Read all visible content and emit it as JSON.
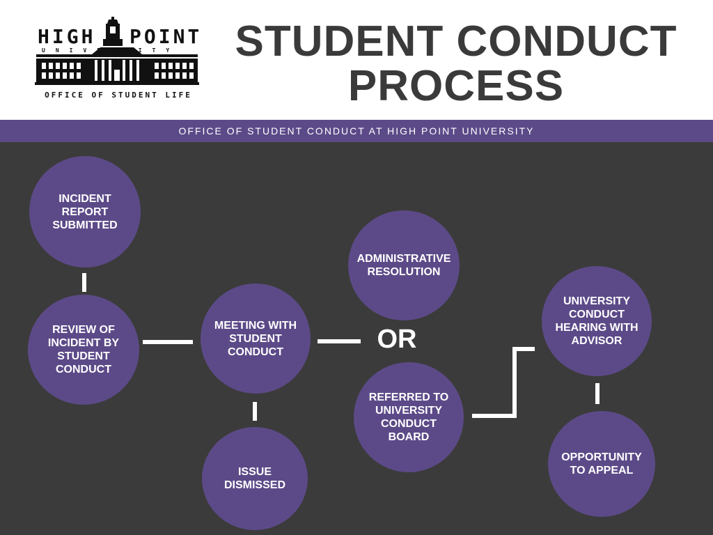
{
  "header": {
    "logo": {
      "word_left": "HIGH",
      "word_right": "POINT",
      "university": "UNIVERSITY",
      "office": "OFFICE OF STUDENT LIFE"
    },
    "title_line1": "STUDENT CONDUCT",
    "title_line2": "PROCESS"
  },
  "band": {
    "text": "OFFICE OF STUDENT CONDUCT AT HIGH POINT UNIVERSITY"
  },
  "colors": {
    "node_purple": "#5c4a88",
    "background_dark": "#3b3b3b",
    "title_gray": "#3a3a3a",
    "connector_white": "#ffffff"
  },
  "steps": {
    "incident": [
      "INCIDENT",
      "REPORT",
      "SUBMITTED"
    ],
    "review": [
      "REVIEW OF",
      "INCIDENT BY",
      "STUDENT",
      "CONDUCT"
    ],
    "meeting": [
      "MEETING WITH",
      "STUDENT",
      "CONDUCT"
    ],
    "dismissed": [
      "ISSUE",
      "DISMISSED"
    ],
    "administrative": [
      "ADMINISTRATIVE",
      "RESOLUTION"
    ],
    "referred": [
      "REFERRED TO",
      "UNIVERSITY",
      "CONDUCT",
      "BOARD"
    ],
    "hearing": [
      "UNIVERSITY",
      "CONDUCT",
      "HEARING WITH",
      "ADVISOR"
    ],
    "appeal": [
      "OPPORTUNITY",
      "TO APPEAL"
    ]
  },
  "or_label": "OR"
}
